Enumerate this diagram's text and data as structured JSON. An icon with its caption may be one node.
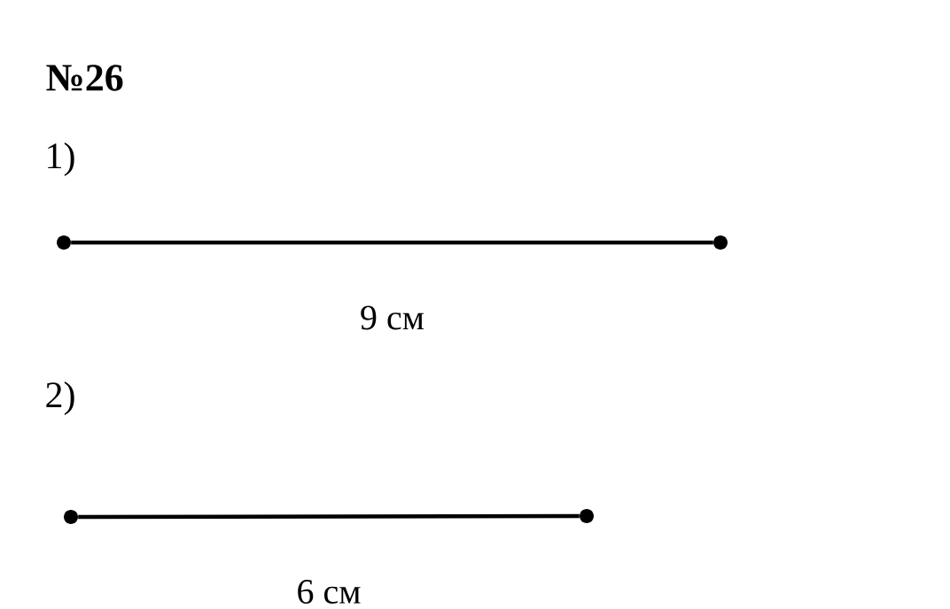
{
  "diagram": {
    "title": "№26",
    "nodes": [
      {
        "text": [],
        "shape": "circle"
      },
      {
        "text": [],
        "shape": "circle"
      },
      {
        "text": [],
        "shape": "circle"
      },
      {
        "text": [],
        "shape": "circle"
      }
    ],
    "edges": [
      {
        "from": 0,
        "to": 1,
        "arrow": "none",
        "label": "9 см"
      },
      {
        "from": 2,
        "to": 3,
        "arrow": "none",
        "label": "6 см"
      }
    ],
    "labels": [
      "1)",
      "2)"
    ]
  }
}
